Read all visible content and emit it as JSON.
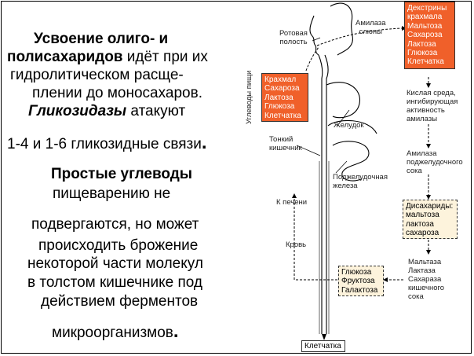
{
  "left_text": {
    "para1_line1": "Усвоение олиго- и",
    "para1_line2_bold": "полисахаридов",
    "para1_line2_rest": " идёт при их",
    "para1_line3": "гидролитическом расще-",
    "para1_line4": "плении до моносахаров.",
    "para1_line5_bold": "Гликозидазы",
    "para1_line5_rest": " атакуют",
    "para1_line6": "1-4 и 1-6 гликозидные связи",
    "para1_line6_end": ".",
    "para2_line1": "Простые углеводы",
    "para2_line2": "пищеварению не",
    "para2_line3": "подвергаются, но может",
    "para2_line4": "происходить брожение",
    "para2_line5": "некоторой части молекул",
    "para2_line6": "в толстом кишечнике под",
    "para2_line7": "действием ферментов",
    "para2_line8": "микроорганизмов",
    "para2_line8_end": "."
  },
  "diagram": {
    "food_carbs_vertical": "Углеводы пищи",
    "box_food": [
      "Крахмал",
      "Сахароза",
      "Лактоза",
      "Глюкоза",
      "Клетчатка"
    ],
    "box_dextrins": [
      "Декстрины",
      "крахмала",
      "Мальтоза",
      "Сахароза",
      "Лактоза",
      "Глюкоза",
      "Клетчатка"
    ],
    "box_disaccharides": [
      "Дисахариды:",
      "мальтоза",
      "лактоза",
      "сахароза"
    ],
    "box_mono": [
      "Глюкоза",
      "Фруктоза",
      "Галактоза"
    ],
    "box_fiber": "Клетчатка",
    "label_mouth": [
      "Ротовая",
      "полость"
    ],
    "label_amylase_saliva": [
      "Амилаза",
      "слюны"
    ],
    "label_acidic": [
      "Кислая среда,",
      "ингибирующая",
      "активность",
      "амилазы"
    ],
    "label_stomach": "Желудок",
    "label_small_intestine": [
      "Тонкий",
      "кишечник"
    ],
    "label_pancreas_amylase": [
      "Амилаза",
      "поджелудочного",
      "сока"
    ],
    "label_pancreas": [
      "Поджелудочная",
      "железа"
    ],
    "label_to_liver": "К печени",
    "label_blood": "Кровь",
    "label_enzymes": [
      "Мальтаза",
      "Лактаза",
      "Сахараза",
      "кишечного",
      "сока"
    ],
    "colors": {
      "orange": "#f0602a",
      "beige": "#fdf3dc"
    }
  }
}
